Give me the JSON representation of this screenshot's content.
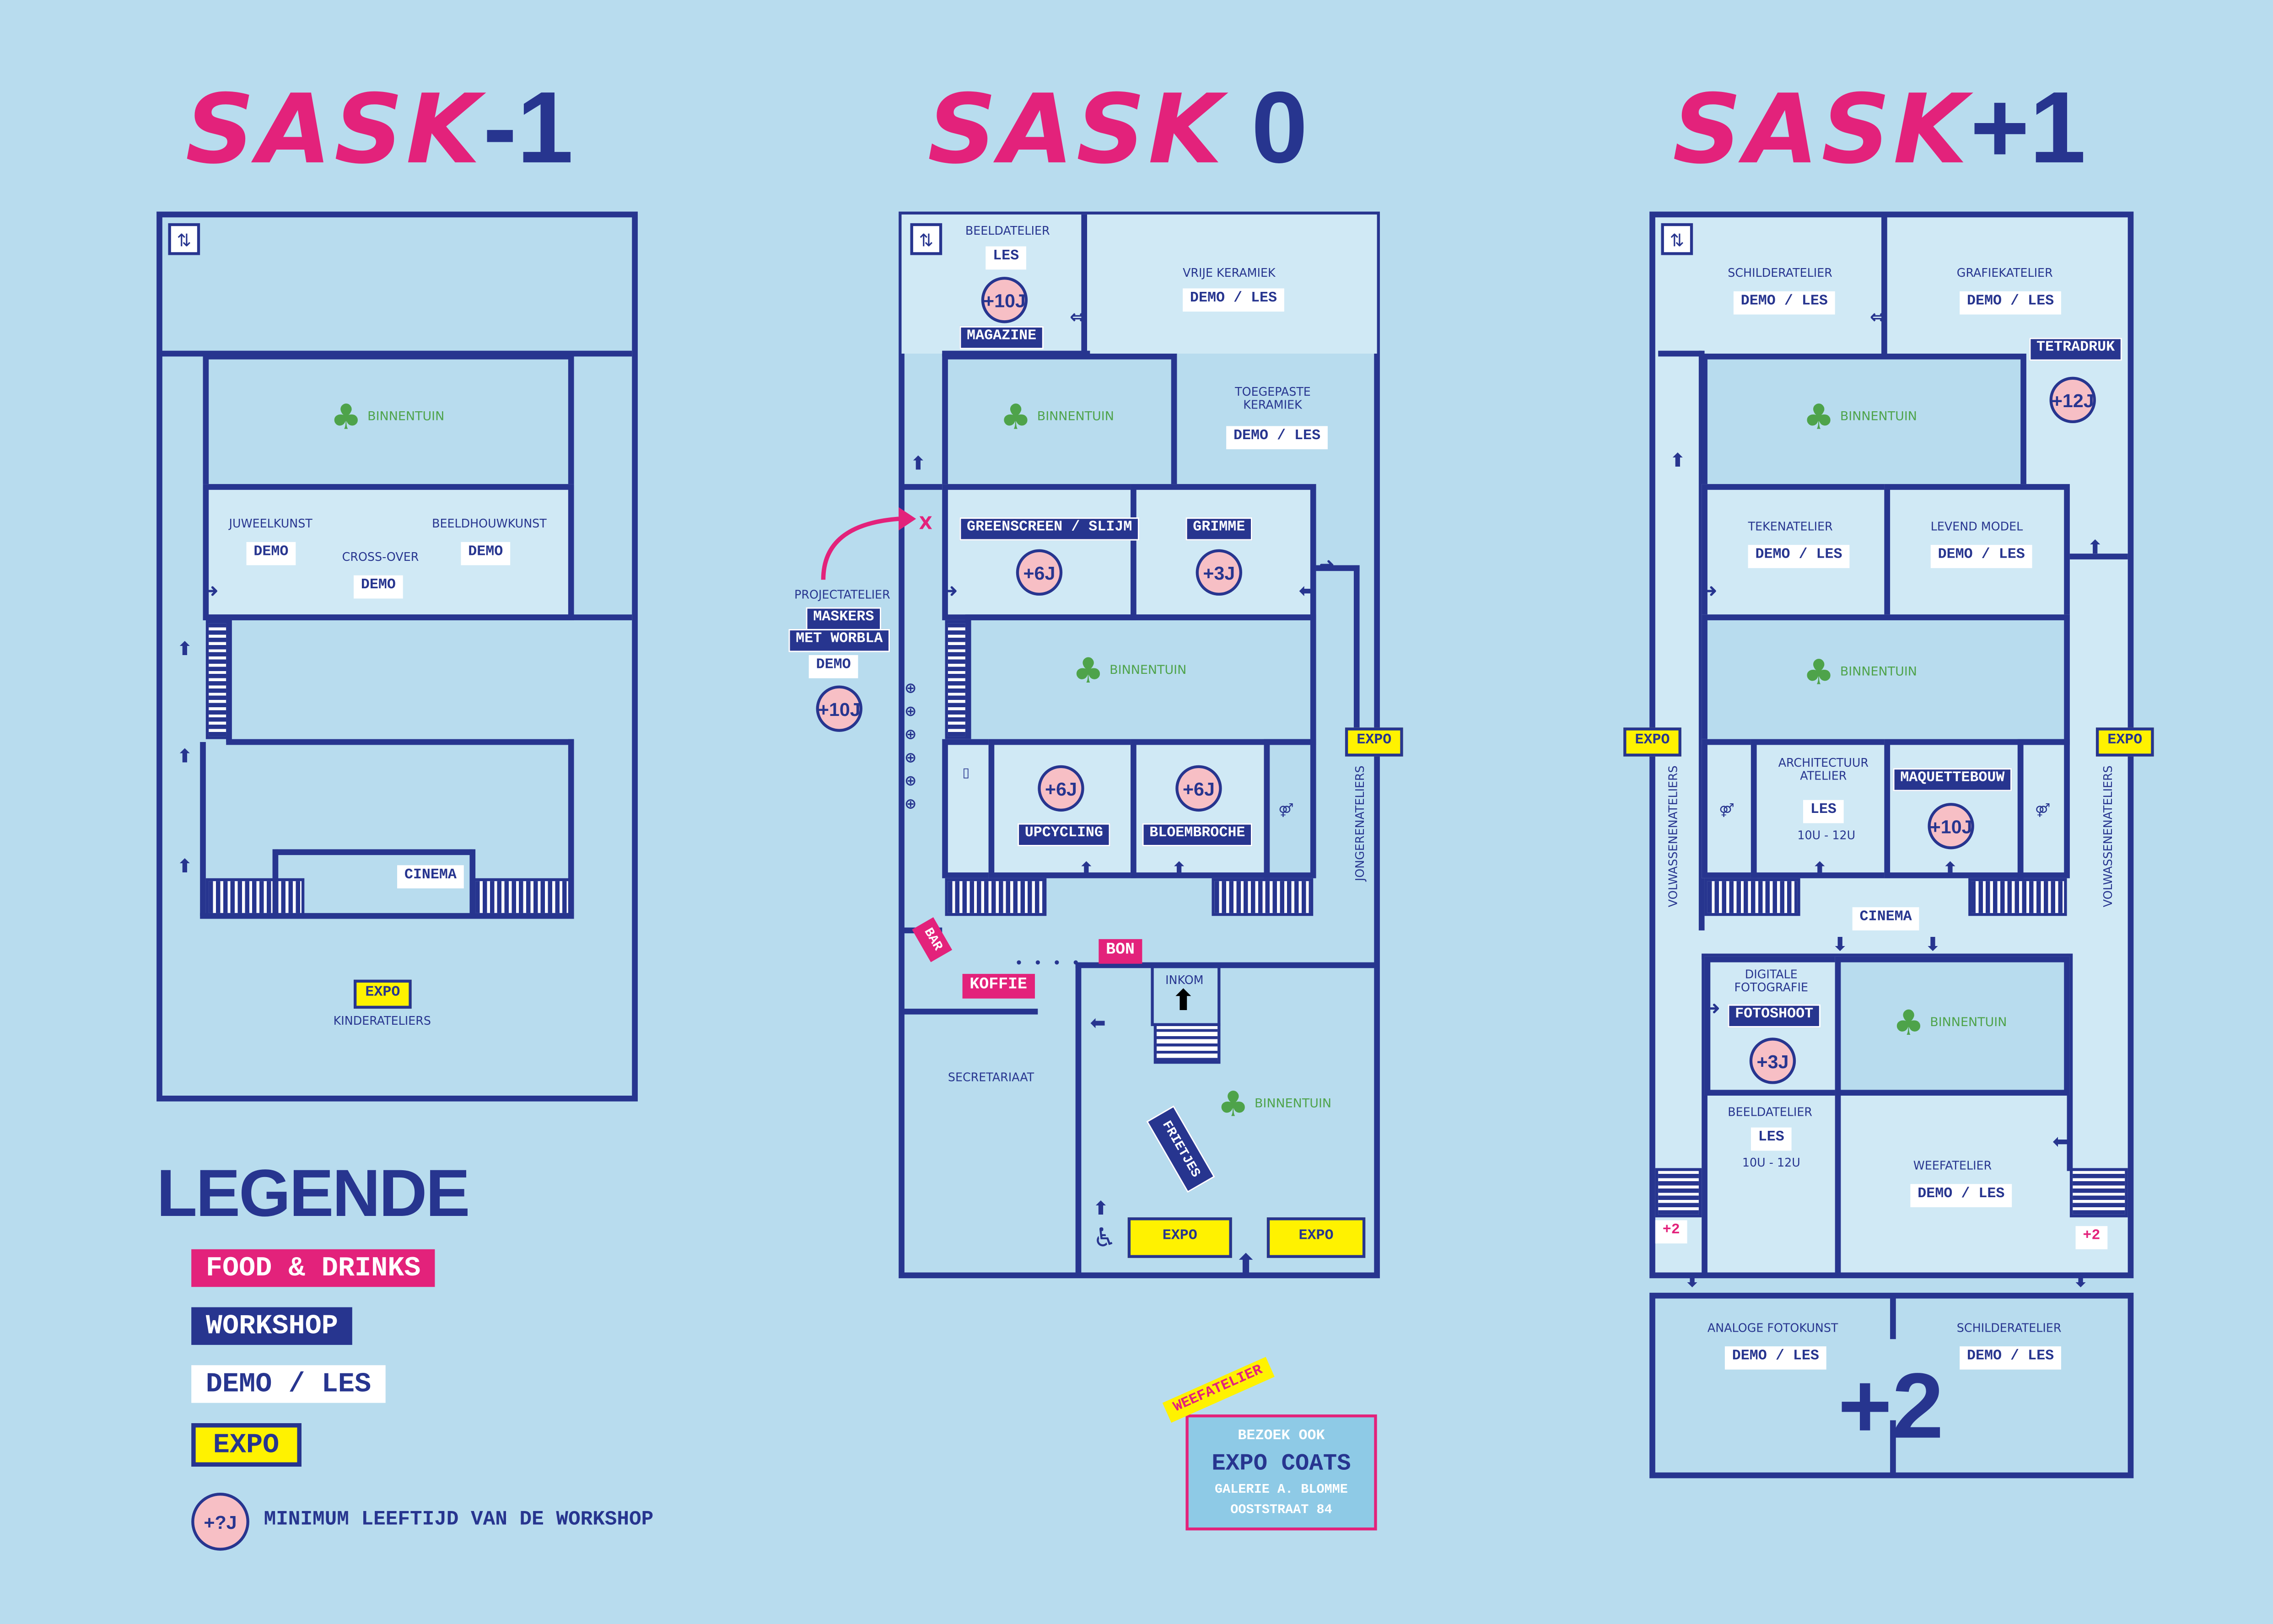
{
  "floors": {
    "minus1": {
      "prefix": "SASK",
      "suffix": "-1",
      "binnentuin": "BINNENTUIN",
      "juweelkunst": "JUWEELKUNST",
      "beeldhouwkunst": "BEELDHOUWKUNST",
      "crossover": "CROSS-OVER",
      "demo": "DEMO",
      "cinema": "CINEMA",
      "expo": "EXPO",
      "kinderateliers": "KINDERATELIERS"
    },
    "zero": {
      "prefix": "SASK",
      "suffix": "0",
      "beeldatelier": "BEELDATELIER",
      "les": "LES",
      "age10": "+10J",
      "magazine": "MAGAZINE",
      "vrije_keramiek": "VRIJE KERAMIEK",
      "demo_les": "DEMO / LES",
      "binnentuin": "BINNENTUIN",
      "toegepaste_keramiek": "TOEGEPASTE KERAMIEK",
      "greenscreen": "GREENSCREEN / SLIJM",
      "grimme": "GRIMME",
      "age6": "+6J",
      "age3": "+3J",
      "projectatelier": "PROJECTATELIER",
      "maskers": "MASKERS",
      "met_worbla": "MET WORBLA",
      "demo": "DEMO",
      "upcycling": "UPCYCLING",
      "bloembroche": "BLOEMBROCHE",
      "expo": "EXPO",
      "jongerenateliers": "JONGERENATELIERS",
      "bar": "BAR",
      "koffie": "KOFFIE",
      "bon": "BON",
      "inkom": "INKOM",
      "secretariaat": "SECRETARIAAT",
      "frieties": "FRIETJES",
      "x_mark": "X"
    },
    "plus1": {
      "prefix": "SASK",
      "suffix": "+1",
      "schilderatelier": "SCHILDERATELIER",
      "grafiekatelier": "GRAFIEKATELIER",
      "demo_les": "DEMO / LES",
      "tetradruk": "TETRADRUK",
      "age12": "+12J",
      "binnentuin": "BINNENTUIN",
      "tekenatelier": "TEKENATELIER",
      "levend_model": "LEVEND MODEL",
      "expo": "EXPO",
      "volwassenenateliers": "VOLWASSENENATELIERS",
      "architectuur": "ARCHITECTUUR ATELIER",
      "les": "LES",
      "time": "10U - 12U",
      "maquettebouw": "MAQUETTEBOUW",
      "age10": "+10J",
      "cinema": "CINEMA",
      "digitale": "DIGITALE FOTOGRAFIE",
      "fotoshoot": "FOTOSHOOT",
      "age3": "+3J",
      "beeldatelier": "BEELDATELIER",
      "weefatelier": "WEEFATELIER",
      "plus2": "+2"
    },
    "plus2": {
      "analoge": "ANALOGE FOTOKUNST",
      "schilderatelier": "SCHILDERATELIER",
      "demo_les": "DEMO / LES",
      "label": "+2"
    }
  },
  "legend": {
    "title": "LEGENDE",
    "food": "FOOD & DRINKS",
    "workshop": "WORKSHOP",
    "demo_les": "DEMO / LES",
    "expo": "EXPO",
    "age_symbol": "+?J",
    "age_text": "MINIMUM LEEFTIJD VAN DE WORKSHOP"
  },
  "promo": {
    "tag": "WEEFATELIER",
    "line1": "BEZOEK OOK",
    "line2": "EXPO COATS",
    "line3": "GALERIE A. BLOMME",
    "line4": "OOSTSTRAAT 84"
  },
  "colors": {
    "background": "#b8dcee",
    "navy": "#27358f",
    "pink": "#e3227b",
    "yellow": "#fff200",
    "green": "#4ea34a",
    "age_circle": "#f7bfc5"
  }
}
